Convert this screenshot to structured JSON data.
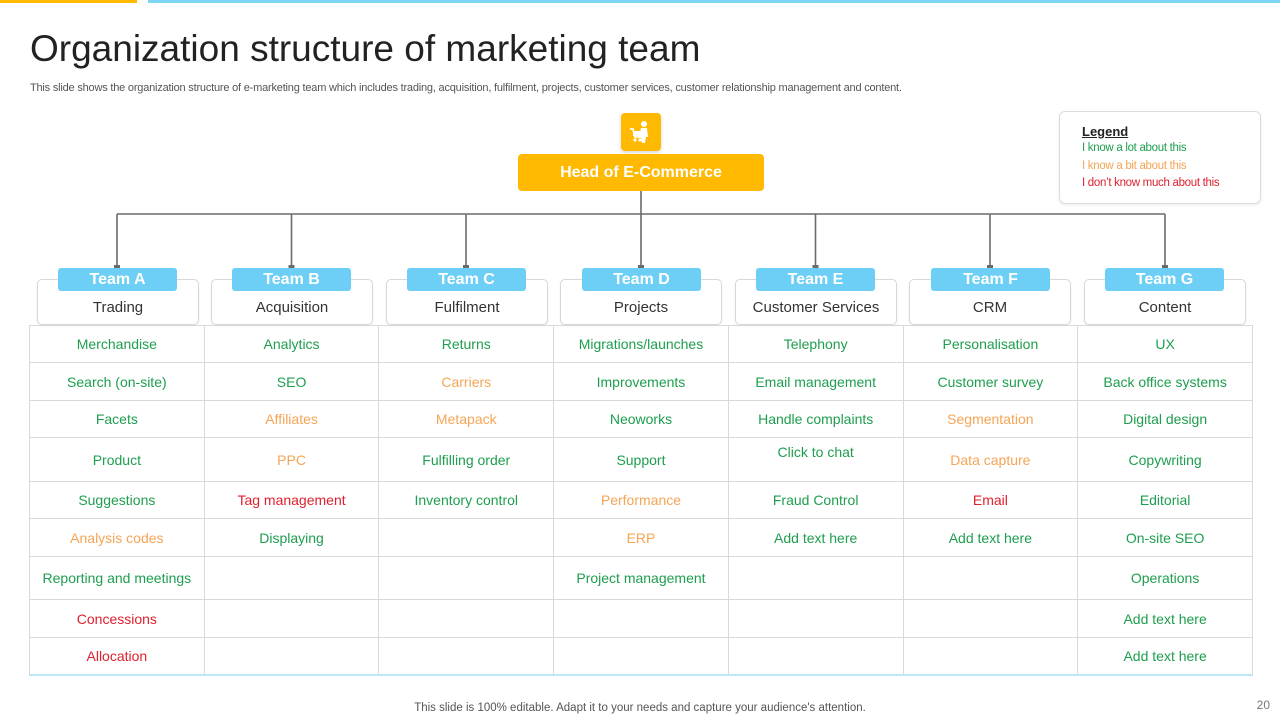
{
  "title": "Organization structure of marketing team",
  "subtitle": "This slide shows the organization structure of e-marketing team which includes trading, acquisition, fulfilment, projects, customer services, customer relationship management and content.",
  "head": {
    "label": "Head of E-Commerce",
    "icon": "shopping-cart-person-icon",
    "color": "#FFB900"
  },
  "legend": {
    "title": "Legend",
    "items": [
      {
        "label": "I know a lot about this",
        "color": "#1E9E4E"
      },
      {
        "label": "I know a bit about this",
        "color": "#F5A555"
      },
      {
        "label": "I don’t know much about this",
        "color": "#E0202E"
      }
    ]
  },
  "teams": [
    {
      "badge": "Team A",
      "name": "Trading"
    },
    {
      "badge": "Team B",
      "name": "Acquisition"
    },
    {
      "badge": "Team C",
      "name": "Fulfilment"
    },
    {
      "badge": "Team D",
      "name": "Projects"
    },
    {
      "badge": "Team E",
      "name": "Customer Services"
    },
    {
      "badge": "Team F",
      "name": "CRM"
    },
    {
      "badge": "Team G",
      "name": "Content"
    }
  ],
  "rows": [
    [
      [
        "Merchandise",
        "green"
      ],
      [
        "Analytics",
        "green"
      ],
      [
        "Returns",
        "green"
      ],
      [
        "Migrations/launches",
        "green"
      ],
      [
        "Telephony",
        "green"
      ],
      [
        "Personalisation",
        "green"
      ],
      [
        "UX",
        "green"
      ]
    ],
    [
      [
        "Search (on-site)",
        "green"
      ],
      [
        "SEO",
        "green"
      ],
      [
        "Carriers",
        "orange"
      ],
      [
        "Improvements",
        "green"
      ],
      [
        "Email management",
        "green"
      ],
      [
        "Customer survey",
        "green"
      ],
      [
        "Back office systems",
        "green"
      ]
    ],
    [
      [
        "Facets",
        "green"
      ],
      [
        "Affiliates",
        "orange"
      ],
      [
        "Metapack",
        "orange"
      ],
      [
        "Neoworks",
        "green"
      ],
      [
        "Handle complaints",
        "green"
      ],
      [
        "Segmentation",
        "orange"
      ],
      [
        "Digital design",
        "green"
      ]
    ],
    [
      [
        "Product",
        "green"
      ],
      [
        "PPC",
        "orange"
      ],
      [
        "Fulfilling order",
        "green"
      ],
      [
        "Support",
        "green"
      ],
      [
        "Click to chat",
        "green"
      ],
      [
        "Data capture",
        "orange"
      ],
      [
        "Copywriting",
        "green"
      ]
    ],
    [
      [
        "Suggestions",
        "green"
      ],
      [
        "Tag management",
        "red"
      ],
      [
        "Inventory control",
        "green"
      ],
      [
        "Performance",
        "orange"
      ],
      [
        "Fraud Control",
        "green"
      ],
      [
        "Email",
        "red"
      ],
      [
        "Editorial",
        "green"
      ]
    ],
    [
      [
        "Analysis codes",
        "orange"
      ],
      [
        "Displaying",
        "green"
      ],
      [
        "",
        ""
      ],
      [
        "ERP",
        "orange"
      ],
      [
        "Add text here",
        "green"
      ],
      [
        "Add text here",
        "green"
      ],
      [
        "On-site SEO",
        "green"
      ]
    ],
    [
      [
        "Reporting and meetings",
        "green"
      ],
      [
        "",
        ""
      ],
      [
        "",
        ""
      ],
      [
        "Project management",
        "green"
      ],
      [
        "",
        ""
      ],
      [
        "",
        ""
      ],
      [
        "Operations",
        "green"
      ]
    ],
    [
      [
        "Concessions",
        "red"
      ],
      [
        "",
        ""
      ],
      [
        "",
        ""
      ],
      [
        "",
        ""
      ],
      [
        "",
        ""
      ],
      [
        "",
        ""
      ],
      [
        "Add text here",
        "green"
      ]
    ],
    [
      [
        "Allocation",
        "red"
      ],
      [
        "",
        ""
      ],
      [
        "",
        ""
      ],
      [
        "",
        ""
      ],
      [
        "",
        ""
      ],
      [
        "",
        ""
      ],
      [
        "Add text here",
        "green"
      ]
    ]
  ],
  "colors": {
    "green": "#1E9E4E",
    "orange": "#F5A555",
    "red": "#E0202E",
    "team_badge": "#6DCFF6",
    "accent_yellow": "#FFB900",
    "accent_blue": "#7FD6F2"
  },
  "footer": "This slide is 100% editable. Adapt it to your needs and capture your audience's attention.",
  "page_number": "20"
}
